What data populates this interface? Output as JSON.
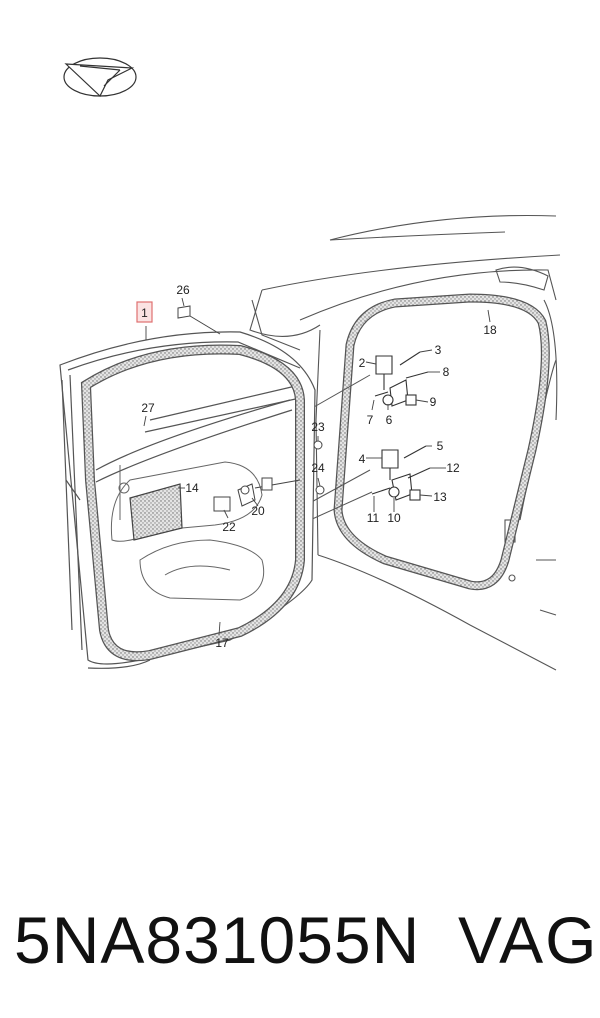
{
  "callouts": [
    {
      "id": "1",
      "label": "1",
      "highlighted": true
    },
    {
      "id": "2",
      "label": "2"
    },
    {
      "id": "3",
      "label": "3"
    },
    {
      "id": "4",
      "label": "4"
    },
    {
      "id": "5",
      "label": "5"
    },
    {
      "id": "6",
      "label": "6"
    },
    {
      "id": "7",
      "label": "7"
    },
    {
      "id": "8",
      "label": "8"
    },
    {
      "id": "9",
      "label": "9"
    },
    {
      "id": "10",
      "label": "10"
    },
    {
      "id": "11",
      "label": "11"
    },
    {
      "id": "12",
      "label": "12"
    },
    {
      "id": "13",
      "label": "13"
    },
    {
      "id": "14",
      "label": "14"
    },
    {
      "id": "17",
      "label": "17"
    },
    {
      "id": "18",
      "label": "18"
    },
    {
      "id": "20",
      "label": "20"
    },
    {
      "id": "22",
      "label": "22"
    },
    {
      "id": "23",
      "label": "23"
    },
    {
      "id": "24",
      "label": "24"
    },
    {
      "id": "26",
      "label": "26"
    },
    {
      "id": "27",
      "label": "27"
    }
  ],
  "footer": {
    "part_number": "5NA831055N",
    "brand": "VAG"
  },
  "colors": {
    "line": "#444444",
    "seal_fill": "#d6d6d6",
    "highlight_border": "#e07070",
    "highlight_fill": "#fbe3e3"
  },
  "icons": {
    "orientation": "direction-arrow-icon"
  }
}
